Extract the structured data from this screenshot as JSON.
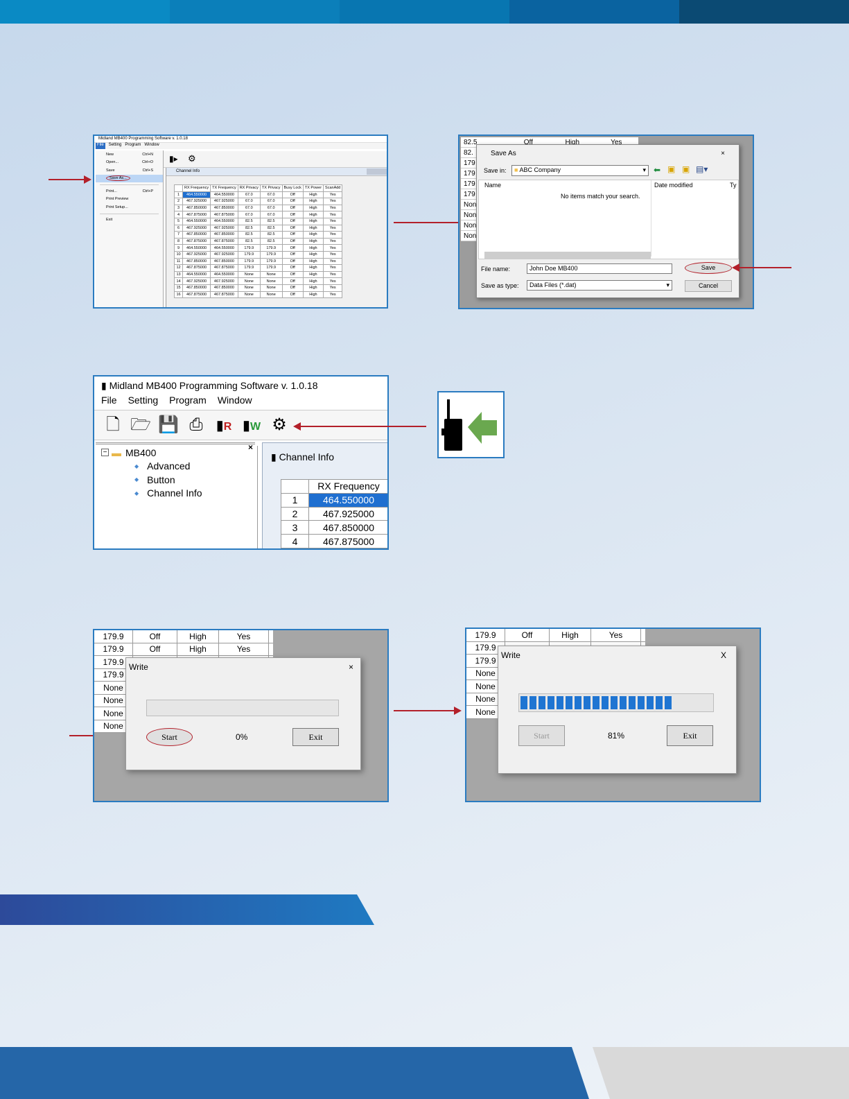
{
  "colors": {
    "top_bar": [
      "#0a8ac4",
      "#0b7fba",
      "#0876b1",
      "#0a63a0",
      "#0b4a73"
    ],
    "accent": "#b3202a",
    "frame": "#2a7bc0"
  },
  "shot1": {
    "title": "Midland MB400 Programming Software v. 1.0.18",
    "menu": [
      "File",
      "Setting",
      "Program",
      "Window"
    ],
    "file_menu": [
      {
        "label": "New",
        "shortcut": "Ctrl+N"
      },
      {
        "label": "Open...",
        "shortcut": "Ctrl+O"
      },
      {
        "label": "Save",
        "shortcut": "Ctrl+S"
      },
      {
        "label": "Save As...",
        "shortcut": ""
      },
      {
        "label": "Print...",
        "shortcut": "Ctrl+P"
      },
      {
        "label": "Print Preview",
        "shortcut": ""
      },
      {
        "label": "Print Setup...",
        "shortcut": ""
      },
      {
        "label": "Exit",
        "shortcut": ""
      }
    ],
    "window_title": "Channel Info",
    "headers": [
      "",
      "RX Frequency",
      "TX Frequency",
      "RX Privacy",
      "TX Privacy",
      "Busy Lock",
      "TX Power",
      "ScanAdd"
    ],
    "rows": [
      [
        "1",
        "464.550000",
        "464.550000",
        "67.0",
        "67.0",
        "Off",
        "High",
        "Yes"
      ],
      [
        "2",
        "467.925000",
        "467.925000",
        "67.0",
        "67.0",
        "Off",
        "High",
        "Yes"
      ],
      [
        "3",
        "467.850000",
        "467.850000",
        "67.0",
        "67.0",
        "Off",
        "High",
        "Yes"
      ],
      [
        "4",
        "467.875000",
        "467.875000",
        "67.0",
        "67.0",
        "Off",
        "High",
        "Yes"
      ],
      [
        "5",
        "464.550000",
        "464.550000",
        "82.5",
        "82.5",
        "Off",
        "High",
        "Yes"
      ],
      [
        "6",
        "467.925000",
        "467.925000",
        "82.5",
        "82.5",
        "Off",
        "High",
        "Yes"
      ],
      [
        "7",
        "467.850000",
        "467.850000",
        "82.5",
        "82.5",
        "Off",
        "High",
        "Yes"
      ],
      [
        "8",
        "467.875000",
        "467.875000",
        "82.5",
        "82.5",
        "Off",
        "High",
        "Yes"
      ],
      [
        "9",
        "464.550000",
        "464.550000",
        "179.9",
        "179.9",
        "Off",
        "High",
        "Yes"
      ],
      [
        "10",
        "467.925000",
        "467.925000",
        "179.9",
        "179.9",
        "Off",
        "High",
        "Yes"
      ],
      [
        "11",
        "467.850000",
        "467.850000",
        "179.9",
        "179.9",
        "Off",
        "High",
        "Yes"
      ],
      [
        "12",
        "467.875000",
        "467.875000",
        "179.9",
        "179.9",
        "Off",
        "High",
        "Yes"
      ],
      [
        "13",
        "464.550000",
        "464.550000",
        "None",
        "None",
        "Off",
        "High",
        "Yes"
      ],
      [
        "14",
        "467.925000",
        "467.925000",
        "None",
        "None",
        "Off",
        "High",
        "Yes"
      ],
      [
        "15",
        "467.850000",
        "467.850000",
        "None",
        "None",
        "Off",
        "High",
        "Yes"
      ],
      [
        "16",
        "467.875000",
        "467.875000",
        "None",
        "None",
        "Off",
        "High",
        "Yes"
      ]
    ]
  },
  "shot2": {
    "bg_rows": [
      [
        "82.5",
        "Off",
        "High",
        "Yes"
      ],
      [
        "82.",
        ""
      ],
      [
        "179",
        ""
      ],
      [
        "179",
        ""
      ],
      [
        "179",
        ""
      ],
      [
        "179",
        ""
      ],
      [
        "Non",
        ""
      ],
      [
        "Non",
        ""
      ],
      [
        "Non",
        ""
      ],
      [
        "Non",
        ""
      ]
    ],
    "dialog_title": "Save As",
    "close": "×",
    "save_in_label": "Save in:",
    "save_in_value": "ABC Company",
    "col_name": "Name",
    "col_date": "Date modified",
    "col_type": "Ty",
    "empty_msg": "No items match your search.",
    "file_name_label": "File name:",
    "file_name_value": "John Doe MB400",
    "save_type_label": "Save as type:",
    "save_type_value": "Data Files (*.dat)",
    "save_btn": "Save",
    "cancel_btn": "Cancel"
  },
  "shot3": {
    "title": "Midland MB400 Programming Software v. 1.0.18",
    "menu": [
      "File",
      "Setting",
      "Program",
      "Window"
    ],
    "tree_root": "MB400",
    "tree_items": [
      "Advanced",
      "Button",
      "Channel Info"
    ],
    "close": "×",
    "window_title": "Channel Info",
    "col_header": "RX Frequency",
    "rows": [
      [
        "1",
        "464.550000"
      ],
      [
        "2",
        "467.925000"
      ],
      [
        "3",
        "467.850000"
      ],
      [
        "4",
        "467.875000"
      ]
    ]
  },
  "shot4": {
    "bg_rows": [
      [
        "179.9",
        "Off",
        "High",
        "Yes"
      ],
      [
        "179.9",
        "Off",
        "High",
        "Yes"
      ],
      [
        "179.9"
      ],
      [
        "179.9"
      ],
      [
        "None"
      ],
      [
        "None"
      ],
      [
        "None"
      ],
      [
        "None"
      ]
    ],
    "dialog_title": "Write",
    "close": "×",
    "start": "Start",
    "percent": "0%",
    "exit": "Exit",
    "progress": 0
  },
  "shot5": {
    "bg_rows": [
      [
        "179.9",
        "Off",
        "High",
        "Yes"
      ],
      [
        "179.9"
      ],
      [
        "179.9"
      ],
      [
        "None"
      ],
      [
        "None"
      ],
      [
        "None"
      ],
      [
        "None"
      ]
    ],
    "dialog_title": "Write",
    "close": "X",
    "start": "Start",
    "percent": "81%",
    "exit": "Exit",
    "progress": 0.81
  }
}
